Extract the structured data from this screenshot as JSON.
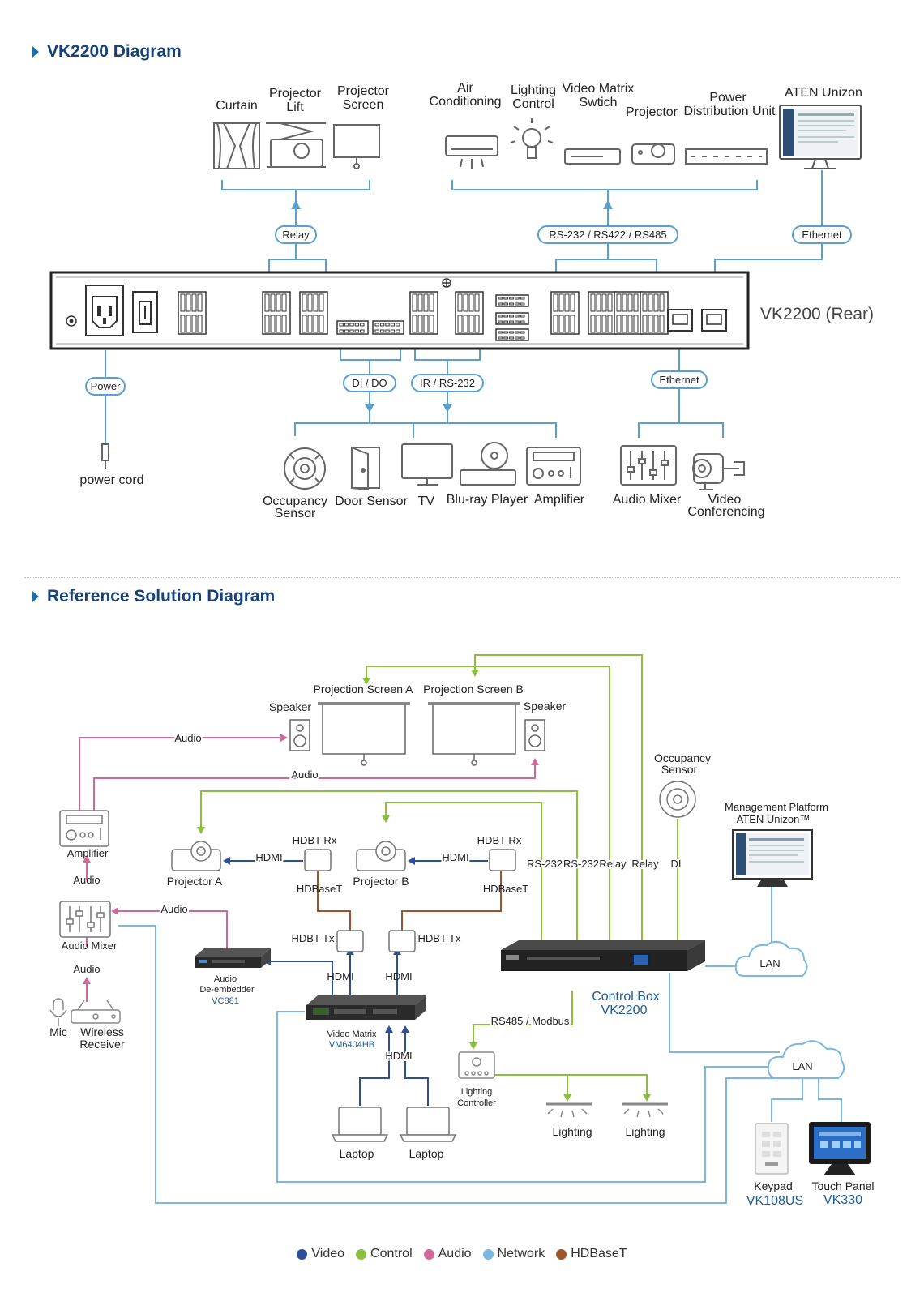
{
  "section1": {
    "title": "VK2200 Diagram",
    "devices_top_left": [
      "Curtain",
      "Projector",
      "Lift",
      "Projector",
      "Screen"
    ],
    "devices_top_right": [
      "Air",
      "Conditioning",
      "Lighting",
      "Control",
      "Video Matrix",
      "Swtich",
      "Projector",
      "Power",
      "Distribution Unit",
      "ATEN Unizon"
    ],
    "relay": "Relay",
    "rs_protocols": "RS-232 / RS422 / RS485",
    "ethernet_top": "Ethernet",
    "rear_label": "VK2200 (Rear)",
    "power": "Power",
    "power_cord": "power cord",
    "dido": "DI / DO",
    "ir_rs232": "IR / RS-232",
    "ethernet_bottom": "Ethernet",
    "bottom_devices": [
      "Occupancy",
      "Sensor",
      "Door Sensor",
      "TV",
      "Blu-ray Player",
      "Amplifier",
      "Audio Mixer",
      "Video",
      "Conferencing"
    ]
  },
  "section2": {
    "title": "Reference Solution Diagram",
    "projection_screen_a": "Projection Screen A",
    "projection_screen_b": "Projection Screen B",
    "speaker": "Speaker",
    "audio": "Audio",
    "occupancy_sensor": [
      "Occupancy",
      "Sensor"
    ],
    "management_platform": [
      "Management Platform",
      "ATEN Unizon™"
    ],
    "amplifier": "Amplifier",
    "projector_a": "Projector A",
    "projector_b": "Projector B",
    "hdbt_rx": "HDBT Rx",
    "hdbt_tx": "HDBT Tx",
    "hdmi": "HDMI",
    "hdbaset": "HDBaseT",
    "rs232": "RS-232",
    "relay": "Relay",
    "di": "DI",
    "lan": "LAN",
    "audio_mixer": "Audio Mixer",
    "audio_deembedder": [
      "Audio",
      "De-embedder"
    ],
    "vc881": "VC881",
    "video_matrix": "Video Matrix",
    "vm6404hb": "VM6404HB",
    "control_box": [
      "Control Box",
      "VK2200"
    ],
    "rs485_modbus": "RS485 / Modbus",
    "mic": "Mic",
    "wireless_receiver": [
      "Wireless",
      "Receiver"
    ],
    "lighting_controller": [
      "Lighting",
      "Controller"
    ],
    "lighting": "Lighting",
    "laptop": "Laptop",
    "keypad": "Keypad",
    "vk108us": "VK108US",
    "touch_panel": "Touch Panel",
    "vk330": "VK330"
  },
  "legend": [
    {
      "label": "Video",
      "color": "#2b4f9c"
    },
    {
      "label": "Control",
      "color": "#8bbf3f"
    },
    {
      "label": "Audio",
      "color": "#d4679a"
    },
    {
      "label": "Network",
      "color": "#7ab8e3"
    },
    {
      "label": "HDBaseT",
      "color": "#a0542a"
    }
  ]
}
